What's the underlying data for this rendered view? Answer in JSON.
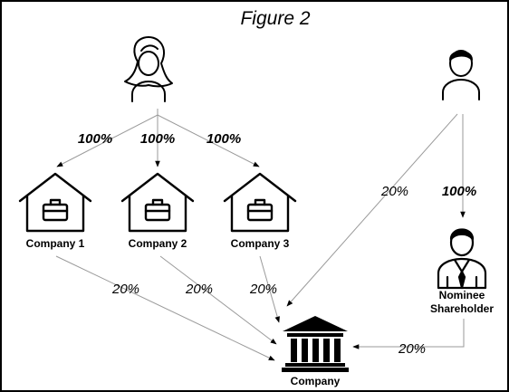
{
  "title": "Figure 2",
  "edges": {
    "owner_to_company1": "100%",
    "owner_to_company2": "100%",
    "owner_to_company3": "100%",
    "person2_to_company": "20%",
    "person2_to_nominee": "100%",
    "company1_to_company": "20%",
    "company2_to_company": "20%",
    "company3_to_company": "20%",
    "nominee_to_company": "20%"
  },
  "nodes": {
    "owner_icon": "woman-person-icon",
    "person2_icon": "man-person-icon",
    "company1": "Company 1",
    "company2": "Company 2",
    "company3": "Company 3",
    "nominee_line1": "Nominee",
    "nominee_line2": "Shareholder",
    "target": "Company"
  }
}
